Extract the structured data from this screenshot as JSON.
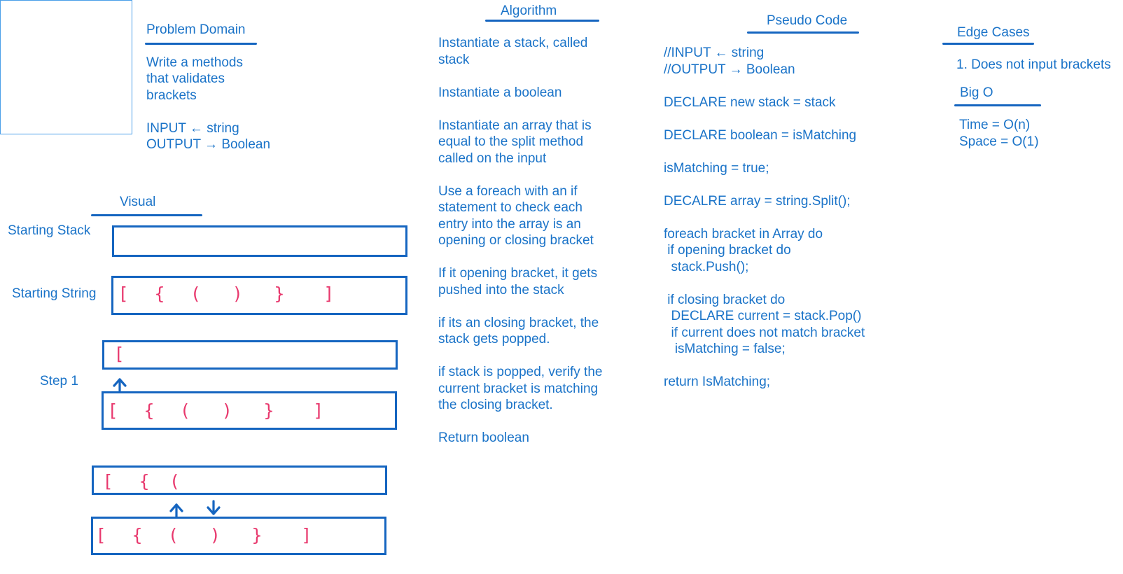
{
  "problem_domain": {
    "title": "Problem Domain",
    "lines": [
      "Write a methods",
      "that validates",
      "brackets",
      "",
      "INPUT ← string",
      "OUTPUT → Boolean"
    ]
  },
  "algorithm": {
    "title": "Algorithm",
    "lines": [
      "Instantiate a stack, called",
      "stack",
      "",
      "Instantiate a boolean",
      "",
      "Instantiate an array that is",
      "equal to the split method",
      "called on the input",
      "",
      "Use a foreach with an if",
      "statement to check each",
      "entry into the array is an",
      "opening or closing bracket",
      "",
      "If it opening bracket, it gets",
      "pushed into the stack",
      "",
      "if its an closing bracket, the",
      "stack gets popped.",
      "",
      "if stack is popped, verify the",
      "current bracket is matching",
      "the closing bracket.",
      "",
      "Return boolean"
    ]
  },
  "pseudo_code": {
    "title": "Pseudo Code",
    "lines": [
      "//INPUT ← string",
      "//OUTPUT → Boolean",
      "",
      "DECLARE new stack = stack",
      "",
      "DECLARE boolean = isMatching",
      "",
      "isMatching = true;",
      "",
      "DECALRE array = string.Split();",
      "",
      "foreach bracket in Array do",
      " if opening bracket do",
      "  stack.Push();",
      "",
      " if closing bracket do",
      "  DECLARE current = stack.Pop()",
      "  if current does not match bracket",
      "   isMatching = false;",
      "",
      "return IsMatching;"
    ]
  },
  "edge_cases": {
    "title": "Edge Cases",
    "items": [
      "1. Does not input brackets"
    ]
  },
  "big_o": {
    "title": "Big O",
    "lines": [
      "Time = O(n)",
      "Space = O(1)"
    ]
  },
  "visual": {
    "title": "Visual",
    "starting_stack_label": "Starting Stack",
    "starting_string_label": "Starting String",
    "step1_label": "Step 1",
    "starting_string": [
      "[",
      "{",
      "(",
      ")",
      "}",
      "]"
    ],
    "step1_stack": [
      "["
    ],
    "step1_string": [
      "[",
      "{",
      "(",
      ")",
      "}",
      "]"
    ],
    "step2_stack": [
      "[",
      "{",
      "("
    ],
    "step2_string": [
      "[",
      "{",
      "(",
      ")",
      "}",
      "]"
    ]
  },
  "colors": {
    "ink": "#1a73c8",
    "stroke": "#1565c0",
    "bracket": "#e8386d"
  }
}
